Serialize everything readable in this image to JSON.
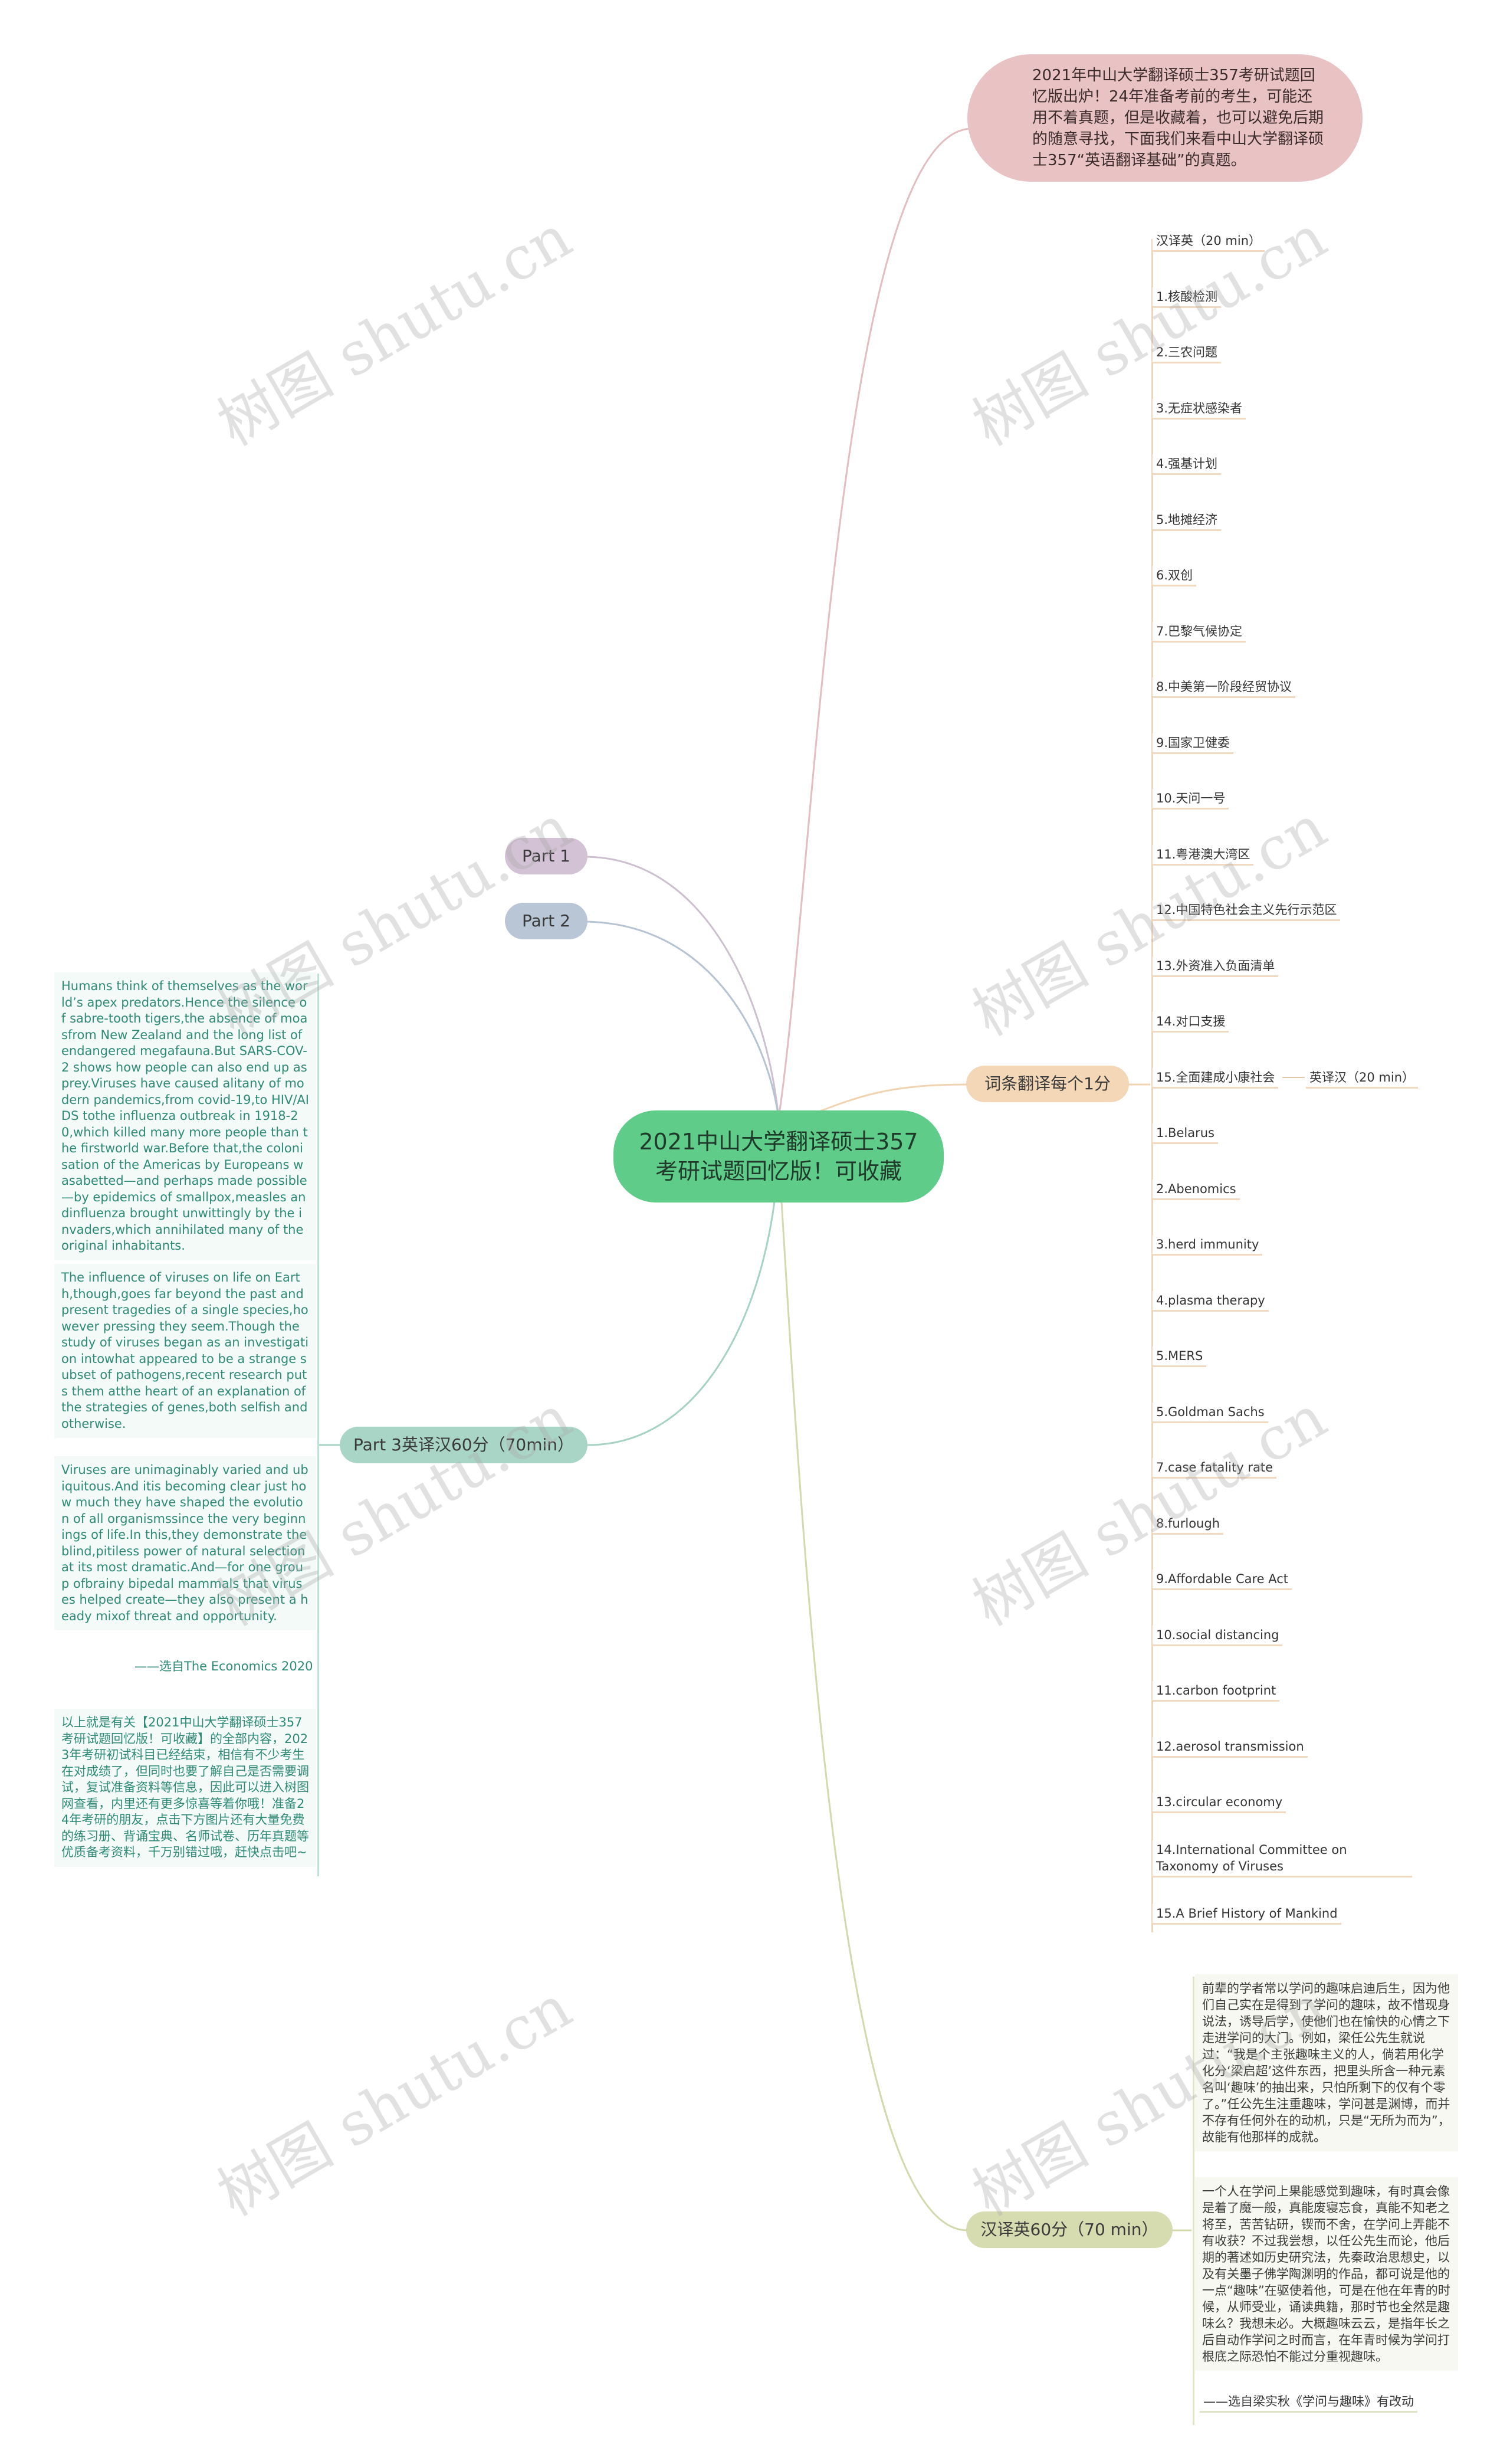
{
  "center": "2021中山大学翻译硕士357考研试题回忆版！可收藏",
  "intro": "2021年中山大学翻译硕士357考研试题回忆版出炉！24年准备考前的考生，可能还用不着真题，但是收藏着，也可以避免后期的随意寻找，下面我们来看中山大学翻译硕士357“英语翻译基础”的真题。",
  "part1": "Part 1",
  "part2": "Part 2",
  "part3": {
    "label": "Part 3英译汉60分（70min）",
    "passages": [
      "Humans think of themselves as the world’s apex predators.Hence the silence of sabre-tooth tigers,the absence of moasfrom New Zealand and the long list of endangered megafauna.But SARS-COV-2 shows how people can also end up as prey.Viruses have caused alitany of modern pandemics,from covid-19,to HIV/AIDS tothe influenza outbreak in 1918-20,which killed many more people than the firstworld war.Before that,the colonisation of the Americas by Europeans wasabetted—and perhaps made possible—by epidemics of smallpox,measles andinfluenza brought unwittingly by the invaders,which annihilated many of theoriginal inhabitants.",
      "The influence of viruses on life on Earth,though,goes far beyond the past and present tragedies of a single species,however pressing they seem.Though the study of viruses began as an investigation intowhat appeared to be a strange subset of pathogens,recent research puts them atthe heart of an explanation of the strategies of genes,both selfish and otherwise.",
      "Viruses are unimaginably varied and ubiquitous.And itis becoming clear just how much they have shaped the evolution of all organismssince the very beginnings of life.In this,they demonstrate the blind,pitiless power of natural selection at its most dramatic.And—for one group ofbrainy bipedal mammals that viruses helped create—they also present a heady mixof threat and opportunity."
    ],
    "source": "——选自The Economics 2020",
    "closing": "以上就是有关【2021中山大学翻译硕士357考研试题回忆版！可收藏】的全部内容，2023年考研初试科目已经结束，相信有不少考生在对成绩了，但同时也要了解自己是否需要调试，复试准备资料等信息，因此可以进入树图网查看，内里还有更多惊喜等着你哦！准备24年考研的朋友，点击下方图片还有大量免费的练习册、背诵宝典、名师试卷、历年真题等优质备考资料，千万别错过哦，赶快点击吧~"
  },
  "terms": {
    "label": "词条翻译每个1分",
    "items": [
      "汉译英（20 min）",
      "1.核酸检测",
      "2.三农问题",
      "3.无症状感染者",
      "4.强基计划",
      "5.地摊经济",
      "6.双创",
      "7.巴黎气候协定",
      "8.中美第一阶段经贸协议",
      "9.国家卫健委",
      "10.天问一号",
      "11.粤港澳大湾区",
      "12.中国特色社会主义先行示范区",
      "13.外资准入负面清单",
      "14.对口支援",
      "15.全面建成小康社会",
      "1.Belarus",
      "2.Abenomics",
      "3.herd immunity",
      "4.plasma therapy",
      "5.MERS",
      "5.Goldman Sachs",
      "7.case fatality rate",
      "8.furlough",
      "9.Affordable Care Act",
      "10.social distancing",
      "11.carbon footprint",
      "12.aerosol transmission",
      "13.circular economy",
      "14.International Committee on Taxonomy of Viruses",
      "15.A Brief History of Mankind"
    ],
    "sub_label": "英译汉（20 min）"
  },
  "c2e": {
    "label": "汉译英60分（70 min）",
    "passages": [
      "前辈的学者常以学问的趣味启迪后生，因为他们自己实在是得到了学问的趣味，故不惜现身说法，诱导后学，使他们也在愉快的心情之下走进学问的大门。例如，梁任公先生就说过：“我是个主张趣味主义的人，倘若用化学化分‘梁启超’这件东西，把里头所含一种元素名叫‘趣味’的抽出来，只怕所剩下的仅有个零了。”任公先生注重趣味，学问甚是渊博，而并不存有任何外在的动机，只是“无所为而为”，故能有他那样的成就。",
      "一个人在学问上果能感觉到趣味，有时真会像是着了魔一般，真能废寝忘食，真能不知老之将至，苦苦钻研，锲而不舍，在学问上弄能不有收获？不过我尝想，以任公先生而论，他后期的著述如历史研究法，先秦政治思想史，以及有关墨子佛学陶渊明的作品，都可说是他的一点“趣味”在驱使着他，可是在他在年青的时候，从师受业，诵读典籍，那时节也全然是趣味么？我想未必。大概趣味云云，是指年长之后自动作学问之时而言，在年青时候为学问打根底之际恐怕不能过分重视趣味。"
    ],
    "source": "——选自梁实秋《学问与趣味》有改动"
  },
  "watermark": "树图 shutu.cn",
  "colors": {
    "center": "#5fcc89",
    "intro": "#e9c3c4",
    "part1": "#d3c1d5",
    "part2": "#b9c6d6",
    "part3": "#a9d5c7",
    "terms": "#f3d7b7",
    "c2e": "#d6dbb0"
  }
}
